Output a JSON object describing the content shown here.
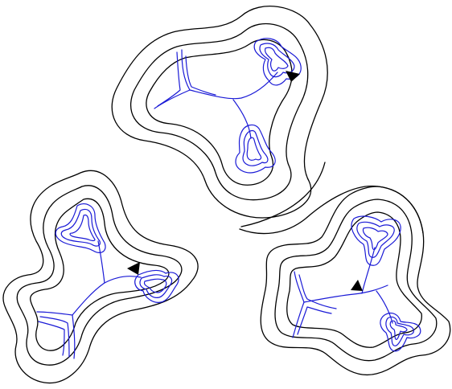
{
  "diagram": {
    "background": "#ffffff",
    "outline_color": "#000000",
    "flow_color": "#1a1ad6",
    "arrow_color": "#000000",
    "groups": [
      {
        "id": "top",
        "icon": "tripod-tree"
      },
      {
        "id": "bottom-left",
        "icon": "tripod-tree"
      },
      {
        "id": "bottom-right",
        "icon": "tripod-tree"
      }
    ]
  }
}
